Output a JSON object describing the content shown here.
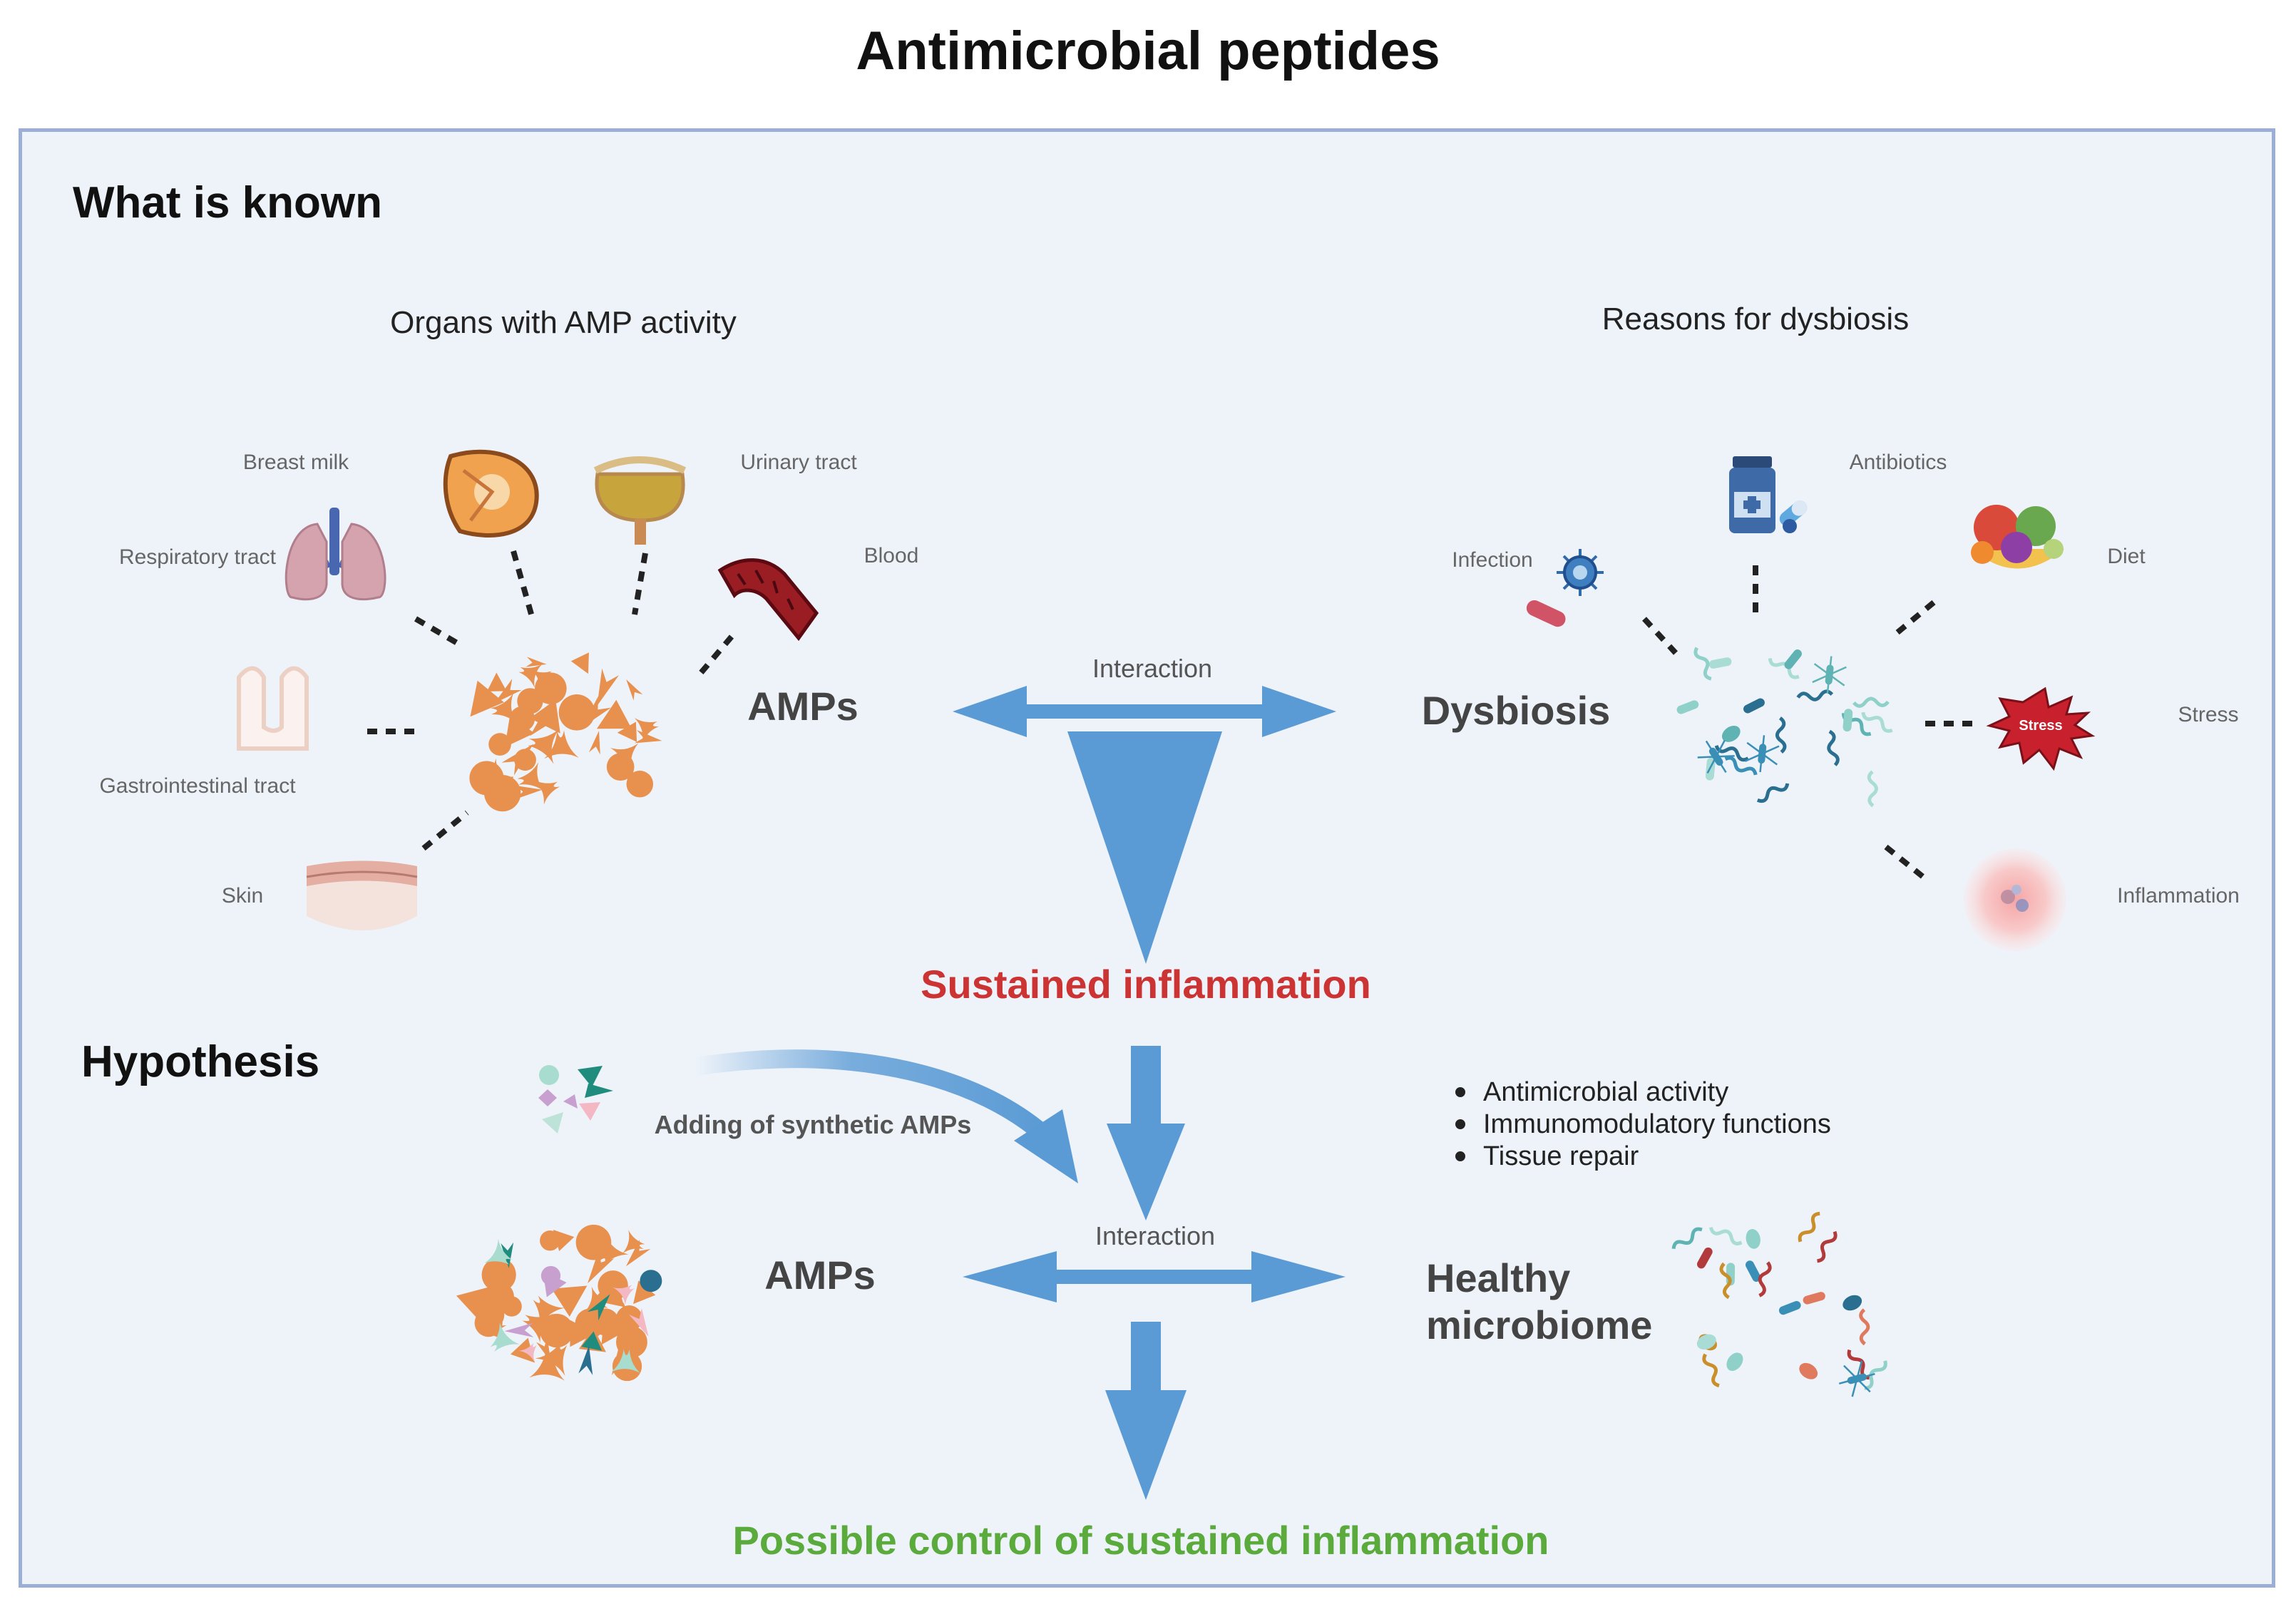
{
  "title": "Antimicrobial peptides",
  "known": {
    "heading": "What is known",
    "organs_heading": "Organs with AMP activity",
    "organs": {
      "breast_milk": "Breast milk",
      "urinary_tract": "Urinary tract",
      "respiratory_tract": "Respiratory tract",
      "blood": "Blood",
      "gastrointestinal_tract": "Gastrointestinal tract",
      "skin": "Skin"
    },
    "amps_label": "AMPs",
    "interaction_label": "Interaction",
    "dysbiosis_label": "Dysbiosis",
    "reasons_heading": "Reasons for dysbiosis",
    "reasons": {
      "antibiotics": "Antibiotics",
      "infection": "Infection",
      "diet": "Diet",
      "stress": "Stress",
      "stress_badge": "Stress",
      "inflammation": "Inflammation"
    },
    "outcome": "Sustained inflammation"
  },
  "hypothesis": {
    "heading": "Hypothesis",
    "adding_label": "Adding of synthetic AMPs",
    "bullets": [
      "Antimicrobial activity",
      "Immunomodulatory functions",
      "Tissue repair"
    ],
    "amps_label": "AMPs",
    "interaction_label": "Interaction",
    "microbiome_line1": "Healthy",
    "microbiome_line2": "microbiome",
    "outcome": "Possible control of sustained inflammation"
  },
  "colors": {
    "arrow": "#5b9bd5",
    "sustained": "#cc3333",
    "possible": "#5aaa3c",
    "amp_orange": "#e8904e",
    "panel_bg": "#eef3fa",
    "panel_border": "#9aaed6"
  },
  "icons": {
    "lungs": "lungs-icon",
    "breast": "breast-icon",
    "bladder": "bladder-icon",
    "vessel": "blood-vessel-icon",
    "villi": "intestine-villi-icon",
    "skin": "skin-layer-icon",
    "medicine": "medicine-bottle-icon",
    "virus": "virus-icon",
    "food": "food-bowl-icon",
    "stress": "stress-burst-icon",
    "inflammation": "inflammation-glow-icon"
  }
}
